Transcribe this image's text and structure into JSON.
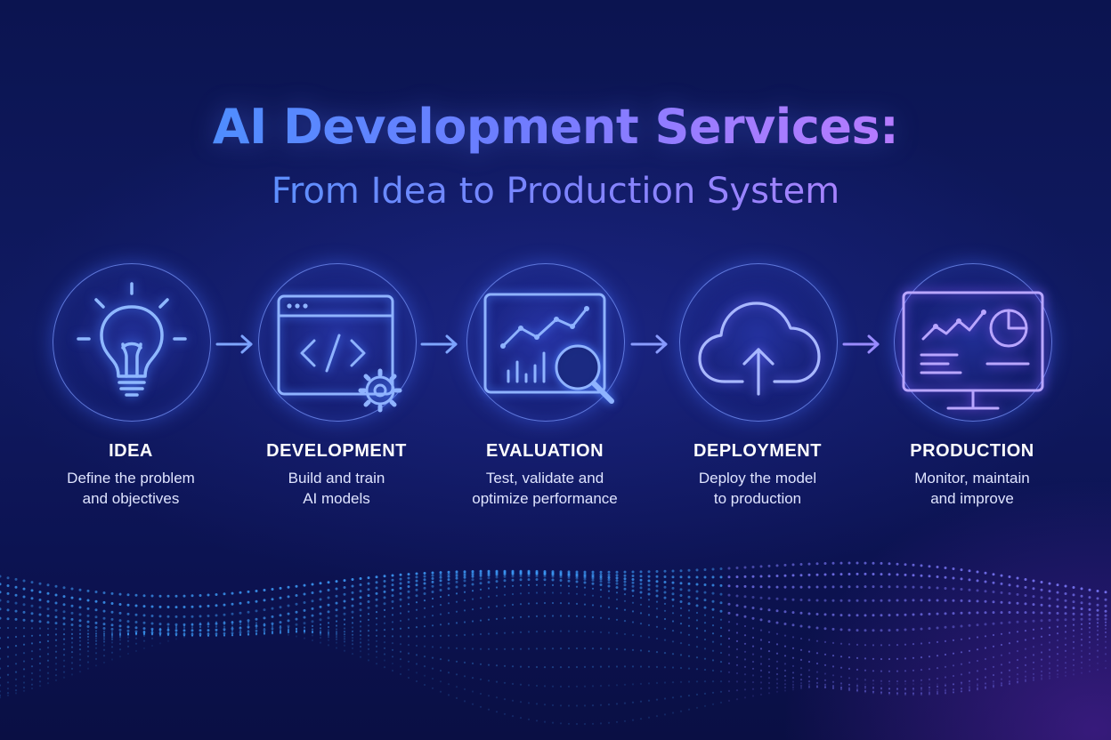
{
  "title": "AI Development Services:",
  "subtitle": "From Idea to Production System",
  "steps": [
    {
      "name": "IDEA",
      "desc_line1": "Define the problem",
      "desc_line2": "and objectives",
      "icon": "lightbulb-icon"
    },
    {
      "name": "DEVELOPMENT",
      "desc_line1": "Build and train",
      "desc_line2": "AI models",
      "icon": "code-window-gear-icon"
    },
    {
      "name": "EVALUATION",
      "desc_line1": "Test, validate and",
      "desc_line2": "optimize performance",
      "icon": "chart-magnifier-icon"
    },
    {
      "name": "DEPLOYMENT",
      "desc_line1": "Deploy the model",
      "desc_line2": "to production",
      "icon": "cloud-upload-icon"
    },
    {
      "name": "PRODUCTION",
      "desc_line1": "Monitor, maintain",
      "desc_line2": "and improve",
      "icon": "monitor-dashboard-icon"
    }
  ],
  "colors": {
    "accent_blue": "#4f8dff",
    "accent_purple": "#b57bff",
    "background": "#0f1860",
    "icon_stroke": "#8fb3ff"
  }
}
